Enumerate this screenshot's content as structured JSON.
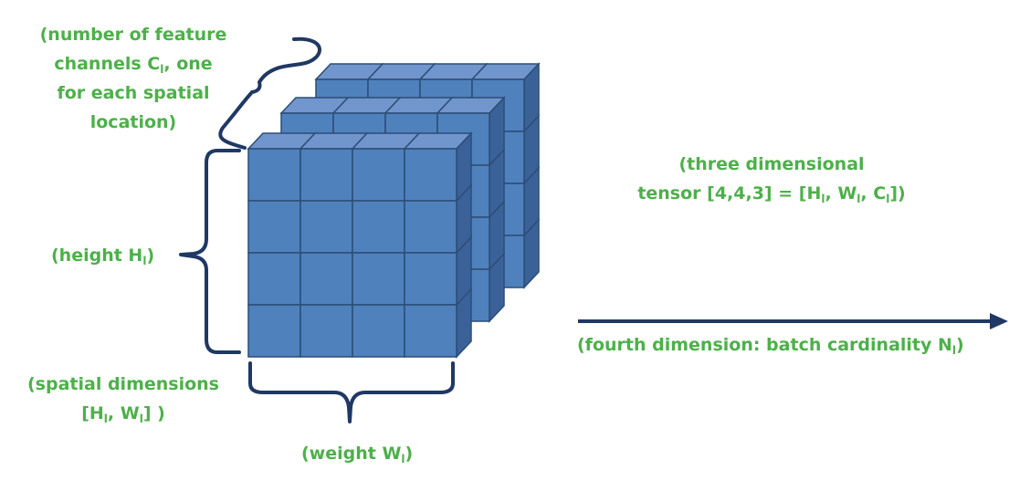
{
  "colors": {
    "label_text": "#4db04a",
    "cube_front": "#4f81bd",
    "cube_top": "#7196cd",
    "cube_side": "#3a6299",
    "grid_line": "#2c4d76",
    "brace_and_arrow": "#1f3864"
  },
  "labels": {
    "channels": {
      "line1": "(number of feature",
      "line2_pre": "channels C",
      "line2_sub": "l",
      "line2_post": ", one",
      "line3": "for each spatial",
      "line4": "location)"
    },
    "height": {
      "pre": "(height H",
      "sub": "l",
      "post": ")"
    },
    "spatial": {
      "line1": "(spatial dimensions",
      "line2_a": "[H",
      "line2_a_sub": "l",
      "line2_b": ", W",
      "line2_b_sub": "l",
      "line2_c": "] )"
    },
    "weight": {
      "pre": "(weight W",
      "sub": "l",
      "post": ")"
    },
    "tensor": {
      "line1": "(three dimensional",
      "line2_a": "tensor [4,4,3] = [H",
      "line2_a_sub": "l",
      "line2_b": ", W",
      "line2_b_sub": "l",
      "line2_c": ", C",
      "line2_c_sub": "l",
      "line2_d": "])"
    },
    "batch": {
      "pre": "(fourth dimension: batch cardinality N",
      "sub": "l",
      "post": ")"
    }
  },
  "tensor_shape": {
    "height": 4,
    "width": 4,
    "channels": 3
  }
}
